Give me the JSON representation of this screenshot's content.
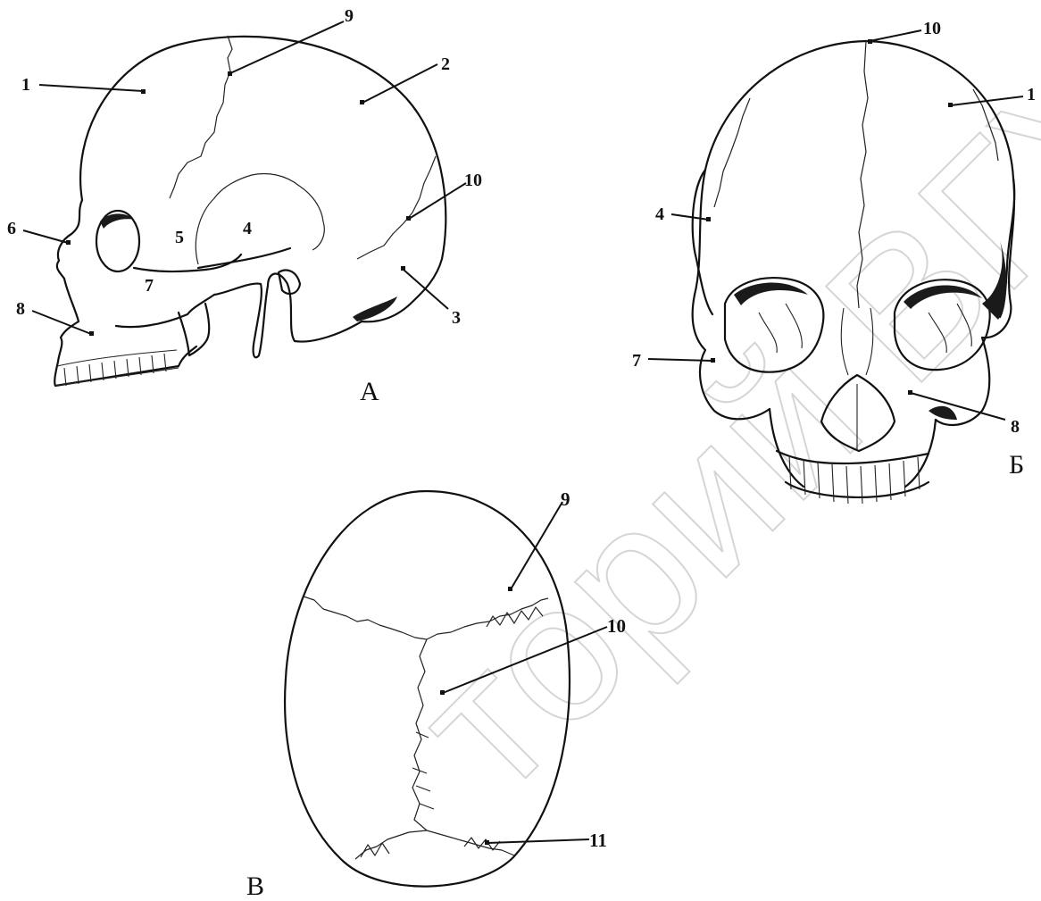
{
  "views": [
    {
      "id": "A",
      "label": "А"
    },
    {
      "id": "B",
      "label": "Б"
    },
    {
      "id": "V",
      "label": "В"
    }
  ],
  "callouts_A": [
    "1",
    "2",
    "3",
    "4",
    "5",
    "6",
    "7",
    "8",
    "9",
    "10"
  ],
  "callouts_B": [
    "1",
    "4",
    "7",
    "8",
    "10"
  ],
  "callouts_V": [
    "9",
    "10",
    "11"
  ],
  "watermark": "торий ВГУ"
}
